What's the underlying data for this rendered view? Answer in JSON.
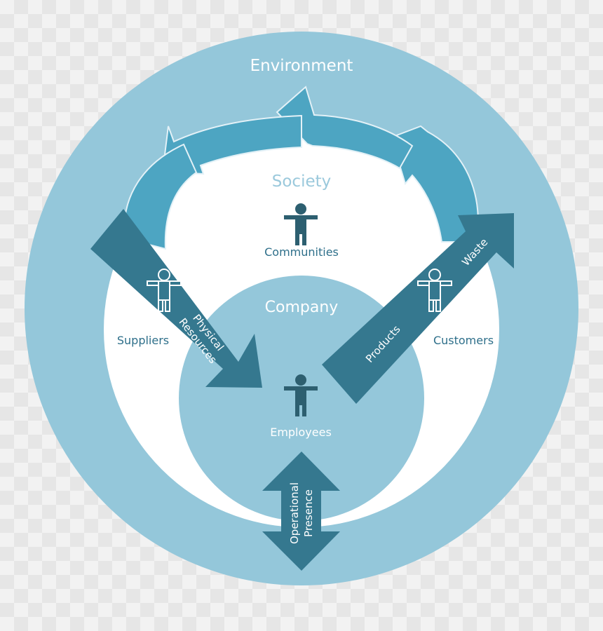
{
  "diagram": {
    "rings": {
      "environment": "Environment",
      "society": "Society",
      "company": "Company"
    },
    "people": {
      "communities": "Communities",
      "suppliers": "Suppliers",
      "customers": "Customers",
      "employees": "Employees"
    },
    "arrows": {
      "physical_resources": [
        "Physical",
        "Resources"
      ],
      "products": "Products",
      "waste": "Waste",
      "operational_presence": [
        "Operational",
        "Presence"
      ]
    },
    "colors": {
      "outer_ring": "#94c7da",
      "inner_ring": "#ffffff",
      "company_circle": "#94c7da",
      "cycle_arrows": "#4da5c2",
      "flow_arrows": "#35788f",
      "person_icon": "#2d5f70"
    },
    "icons": [
      "person-icon"
    ]
  }
}
